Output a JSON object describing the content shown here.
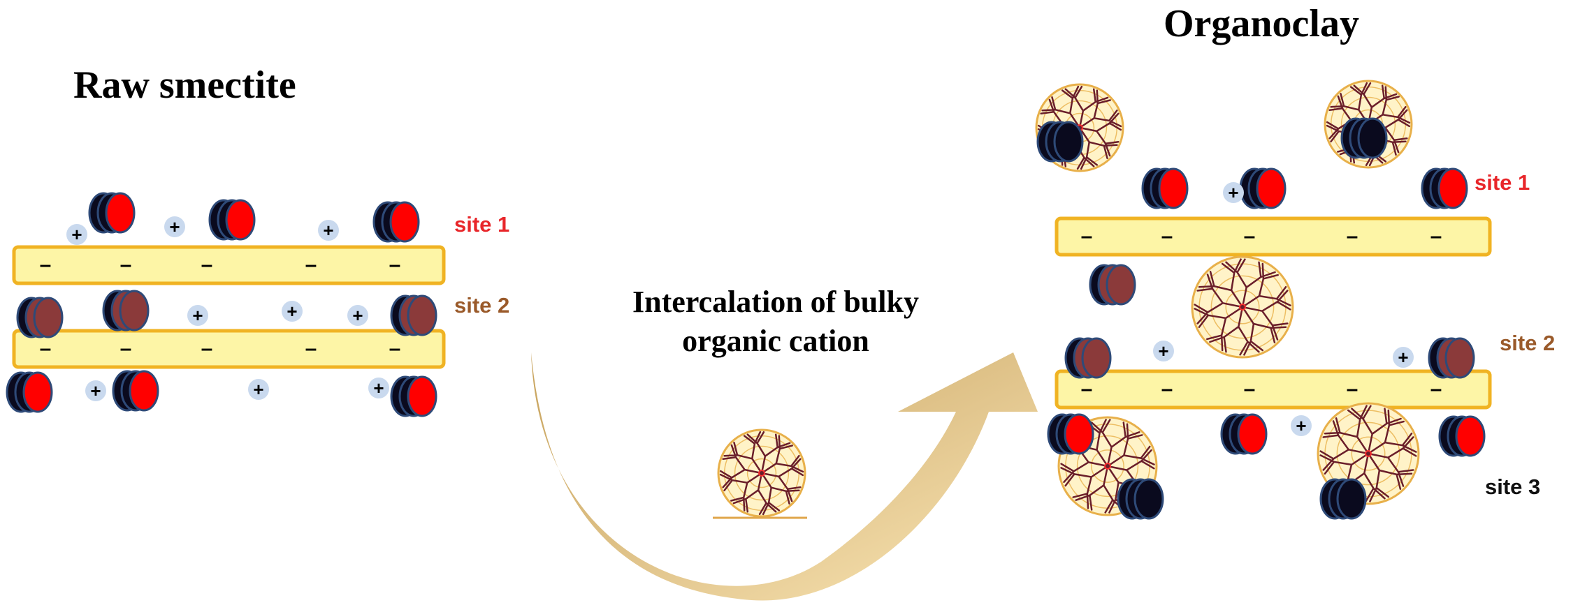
{
  "panels": {
    "left_title": "Raw smectite",
    "right_title": "Organoclay"
  },
  "process": {
    "line1": "Intercalation  of bulky",
    "line2": "organic  cation"
  },
  "sites": {
    "site1": "site 1",
    "site2": "site 2",
    "site3": "site 3"
  },
  "symbols": {
    "positive": "+",
    "negative": "–"
  },
  "colors": {
    "clay_layer": "#fdf5a6",
    "clay_border": "#f0b323",
    "cation_red": "#ff0000",
    "cation_black": "#0a0a1e",
    "cation_brown": "#8b3a3a",
    "cation_outline": "#2e4a78",
    "positive_ion": "#c9d9ee",
    "site1": "#e8262a",
    "site2": "#9a5a2a",
    "site3": "#111111",
    "arrow": "#cba45a",
    "dendrimer_fill": "#fff3c8",
    "dendrimer_ring": "#e8b04a",
    "dendrimer_branch": "#6a1e2a"
  }
}
